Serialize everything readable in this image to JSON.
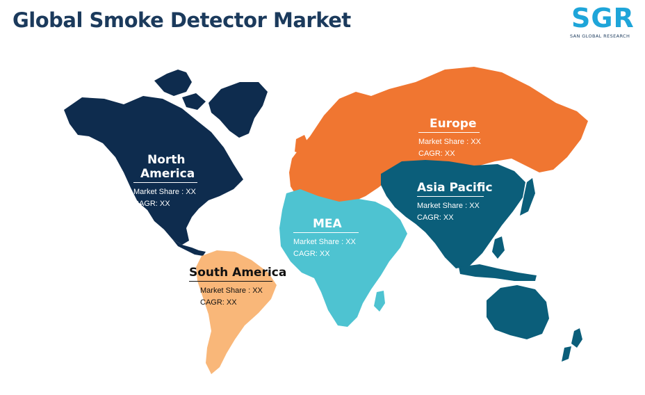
{
  "title": "Global Smoke Detector Market",
  "logo": {
    "text": "SGR",
    "subtitle": "SAN GLOBAL RESEARCH"
  },
  "colors": {
    "north_america": "#0e2c4e",
    "south_america": "#f9b779",
    "europe": "#f07631",
    "mea": "#4ec3d1",
    "asia_pacific": "#0b5e7a",
    "title": "#1b3a5c",
    "logo": "#1ea5d9"
  },
  "regions": {
    "north_america": {
      "name_line1": "North",
      "name_line2": "America",
      "market_share": "Market Share : XX",
      "cagr": "CAGR: XX"
    },
    "south_america": {
      "name": "South America",
      "market_share": "Market Share : XX",
      "cagr": "CAGR: XX"
    },
    "europe": {
      "name": "Europe",
      "market_share": "Market Share : XX",
      "cagr": "CAGR: XX"
    },
    "mea": {
      "name": "MEA",
      "market_share": "Market Share : XX",
      "cagr": "CAGR: XX"
    },
    "asia_pacific": {
      "name": "Asia Pacific",
      "market_share": "Market Share : XX",
      "cagr": "CAGR: XX"
    }
  }
}
